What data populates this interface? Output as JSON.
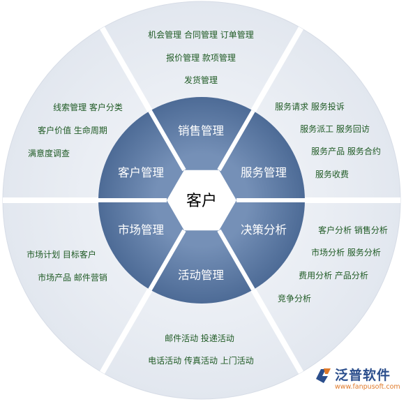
{
  "center": {
    "label": "客户"
  },
  "segments": [
    {
      "id": "sales",
      "label": "销售管理",
      "color": "#4f6d97",
      "items": [
        "机会管理  合同管理  订单管理",
        "报价管理  款项管理",
        "发货管理"
      ]
    },
    {
      "id": "service",
      "label": "服务管理",
      "color": "#5b7aa4",
      "items": [
        "服务请求  服务投诉",
        "服务派工  服务回访",
        "服务产品  服务合约",
        "服务收费"
      ]
    },
    {
      "id": "decision",
      "label": "决策分析",
      "color": "#6683ad",
      "items": [
        "客户分析  销售分析",
        "市场分析  服务分析",
        "费用分析  产品分析",
        "竞争分析"
      ]
    },
    {
      "id": "activity",
      "label": "活动管理",
      "color": "#6f8bb4",
      "items": [
        "邮件活动  投递活动",
        "电话活动  传真活动  上门活动"
      ]
    },
    {
      "id": "market",
      "label": "市场管理",
      "color": "#6683ad",
      "items": [
        "市场计划  目标客户",
        "市场产品  邮件营销"
      ]
    },
    {
      "id": "customer",
      "label": "客户管理",
      "color": "#5b7aa4",
      "items": [
        "线索管理  客户分类",
        "客户价值  生命周期",
        "满意度调查"
      ]
    }
  ],
  "brand": {
    "name": "泛普软件",
    "url": "www.fanpusoft.com"
  },
  "colors": {
    "outer_ring": "#e8ecf2",
    "separator": "#ffffff",
    "outer_text": "#1f5a24"
  }
}
